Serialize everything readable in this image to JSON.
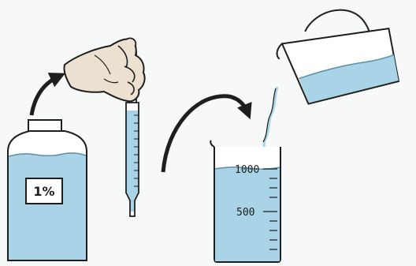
{
  "bottle": {
    "label": "1%"
  },
  "beaker": {
    "mark_top": "1000",
    "mark_mid": "500"
  },
  "colors": {
    "liquid": "#a9d3e6",
    "outline": "#1e1e1e",
    "skin": "#ece1d1",
    "background": "#f7f8f8"
  }
}
